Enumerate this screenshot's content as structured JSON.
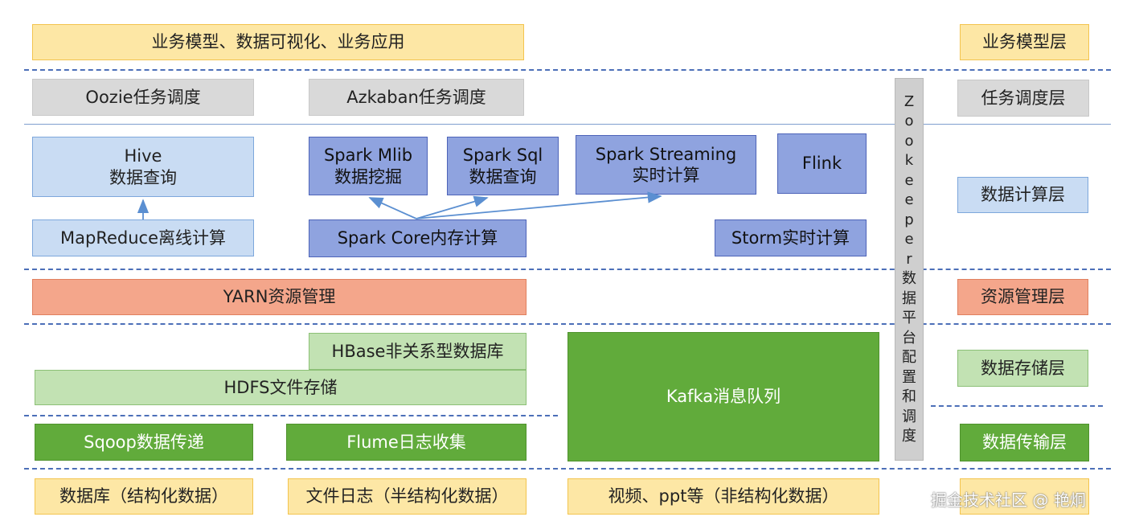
{
  "business": {
    "main": "业务模型、数据可视化、业务应用",
    "layer": "业务模型层"
  },
  "scheduling": {
    "oozie": "Oozie任务调度",
    "azkaban": "Azkaban任务调度",
    "layer": "任务调度层"
  },
  "compute": {
    "hive": [
      "Hive",
      "数据查询"
    ],
    "mapreduce": "MapReduce离线计算",
    "spark_mlib": [
      "Spark Mlib",
      "数据挖掘"
    ],
    "spark_sql": [
      "Spark Sql",
      "数据查询"
    ],
    "spark_streaming": [
      "Spark Streaming",
      "实时计算"
    ],
    "flink": "Flink",
    "spark_core": "Spark Core内存计算",
    "storm": "Storm实时计算",
    "layer": "数据计算层"
  },
  "resource": {
    "yarn": "YARN资源管理",
    "layer": "资源管理层"
  },
  "storage": {
    "hbase": "HBase非关系型数据库",
    "hdfs": "HDFS文件存储",
    "kafka": "Kafka消息队列",
    "layer": "数据存储层"
  },
  "transfer": {
    "sqoop": "Sqoop数据传递",
    "flume": "Flume日志收集",
    "layer": "数据传输层"
  },
  "sources": {
    "database": "数据库（结构化数据）",
    "files": "文件日志（半结构化数据）",
    "video": "视频、ppt等（非结构化数据）"
  },
  "zookeeper": {
    "name_chars": [
      "Z",
      "o",
      "o",
      "k",
      "e",
      "e",
      "p",
      "e",
      "r"
    ],
    "desc_chars": [
      "数",
      "据",
      "平",
      "台",
      "配",
      "置",
      "和",
      "调",
      "度"
    ]
  },
  "watermark": "掘金技术社区 @ 艳炯"
}
